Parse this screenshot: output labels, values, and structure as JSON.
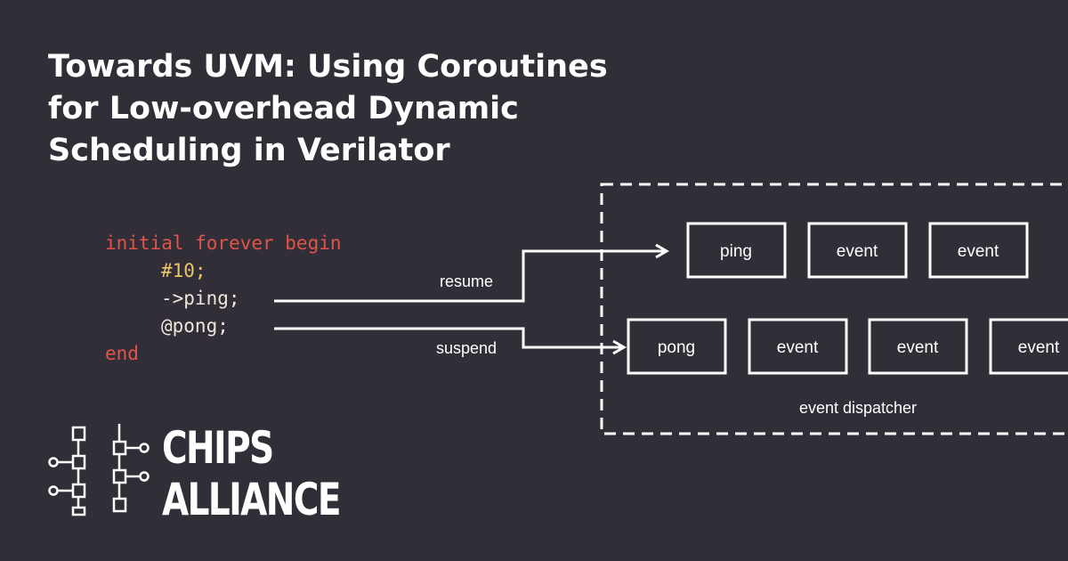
{
  "title_lines": [
    "Towards UVM: Using Coroutines",
    "for Low-overhead Dynamic",
    "Scheduling in Verilator"
  ],
  "code": {
    "line1": "initial forever begin",
    "line2": "#10;",
    "line3": "->ping;",
    "line4": "@pong;",
    "line5": "end"
  },
  "arrows": {
    "resume": "resume",
    "suspend": "suspend"
  },
  "dispatcher": {
    "label": "event dispatcher",
    "row1": [
      "ping",
      "event",
      "event"
    ],
    "row2": [
      "pong",
      "event",
      "event",
      "event"
    ]
  },
  "brand": {
    "line1": "CHIPS",
    "line2": "ALLIANCE"
  },
  "colors": {
    "background": "#322e37",
    "keyword": "#e0544a",
    "number": "#e9c46a",
    "code_text": "#ece6dc",
    "foreground": "#ffffff"
  }
}
